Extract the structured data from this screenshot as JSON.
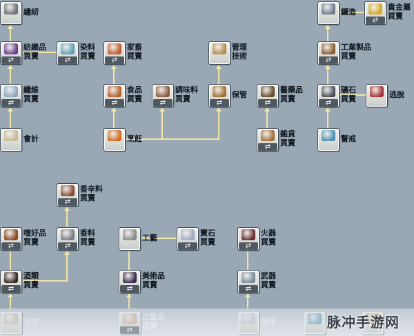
{
  "colors": {
    "background": "#9aa8b6",
    "connector": "#f2e6a4"
  },
  "nodes": [
    {
      "id": "embroidery",
      "l1": "繡紉",
      "l2": "",
      "glyph": "needle-icon",
      "color": "#6b6f78",
      "arrows": false
    },
    {
      "id": "textiles",
      "l1": "紡織品",
      "l2": "買賣",
      "glyph": "cloth-bolt-icon",
      "color": "#6b3c8c",
      "arrows": true
    },
    {
      "id": "dyes",
      "l1": "染料",
      "l2": "買賣",
      "glyph": "dye-bowls-icon",
      "color": "#5aa0b4",
      "arrows": true
    },
    {
      "id": "fibers",
      "l1": "纖維",
      "l2": "買賣",
      "glyph": "thread-spool-icon",
      "color": "#8ea8c0",
      "arrows": true
    },
    {
      "id": "accounting",
      "l1": "會計",
      "l2": "",
      "glyph": "ledger-icon",
      "color": "#c8b890",
      "arrows": false
    },
    {
      "id": "livestock",
      "l1": "家畜",
      "l2": "買賣",
      "glyph": "rooster-icon",
      "color": "#c05a2a",
      "arrows": true
    },
    {
      "id": "food",
      "l1": "食品",
      "l2": "買賣",
      "glyph": "meat-icon",
      "color": "#b8602e",
      "arrows": true
    },
    {
      "id": "seasoning",
      "l1": "調味料",
      "l2": "買賣",
      "glyph": "seasoning-jar-icon",
      "color": "#8a5a3a",
      "arrows": true
    },
    {
      "id": "cooking",
      "l1": "烹飪",
      "l2": "",
      "glyph": "cooking-pot-icon",
      "color": "#d06a20",
      "arrows": false
    },
    {
      "id": "management",
      "l1": "管理",
      "l2": "技術",
      "glyph": "cargo-crate-icon",
      "color": "#b88a4a",
      "arrows": false
    },
    {
      "id": "storage",
      "l1": "保管",
      "l2": "",
      "glyph": "storage-box-icon",
      "color": "#a07030",
      "arrows": true
    },
    {
      "id": "medicine",
      "l1": "醫藥品",
      "l2": "買賣",
      "glyph": "medicine-bottle-icon",
      "color": "#6a4a2a",
      "arrows": true
    },
    {
      "id": "sundries",
      "l1": "雜貨",
      "l2": "買賣",
      "glyph": "sundries-icon",
      "color": "#a4703a",
      "arrows": true
    },
    {
      "id": "casting",
      "l1": "鑄造",
      "l2": "",
      "glyph": "anvil-icon",
      "color": "#6a7a8c",
      "arrows": false
    },
    {
      "id": "precious_metals",
      "l1": "貴金屬",
      "l2": "買賣",
      "glyph": "gold-bars-icon",
      "color": "#d4a820",
      "arrows": true
    },
    {
      "id": "industrial",
      "l1": "工業製品",
      "l2": "買賣",
      "glyph": "lumber-icon",
      "color": "#8a5a2a",
      "arrows": true
    },
    {
      "id": "ore",
      "l1": "礦石",
      "l2": "買賣",
      "glyph": "ore-icon",
      "color": "#4a4e54",
      "arrows": true
    },
    {
      "id": "escape",
      "l1": "逃脫",
      "l2": "",
      "glyph": "chain-icon",
      "color": "#a23030",
      "arrows": false
    },
    {
      "id": "vigilance",
      "l1": "警戒",
      "l2": "",
      "glyph": "lookout-icon",
      "color": "#4a90b0",
      "arrows": false
    },
    {
      "id": "spices",
      "l1": "香辛料",
      "l2": "買賣",
      "glyph": "spice-jar-icon",
      "color": "#8a4a2a",
      "arrows": true
    },
    {
      "id": "luxury",
      "l1": "嗜好品",
      "l2": "買賣",
      "glyph": "cigars-icon",
      "color": "#8a4a1e",
      "arrows": true
    },
    {
      "id": "perfume",
      "l1": "香料",
      "l2": "買賣",
      "glyph": "perfume-icon",
      "color": "#7a7a86",
      "arrows": true
    },
    {
      "id": "liquor",
      "l1": "酒類",
      "l2": "買賣",
      "glyph": "wine-bottle-icon",
      "color": "#3a2a20",
      "arrows": true
    },
    {
      "id": "crafts_skill",
      "l1": "工藝",
      "l2": "",
      "glyph": "statue-icon",
      "color": "#8a8a8a",
      "arrows": false
    },
    {
      "id": "gems",
      "l1": "寶石",
      "l2": "買賣",
      "glyph": "diamond-icon",
      "color": "#a0a8c0",
      "arrows": true
    },
    {
      "id": "art",
      "l1": "美術品",
      "l2": "買賣",
      "glyph": "painting-icon",
      "color": "#3a2a4a",
      "arrows": true
    },
    {
      "id": "firearms",
      "l1": "火器",
      "l2": "買賣",
      "glyph": "musket-icon",
      "color": "#6a2a2a",
      "arrows": true
    },
    {
      "id": "weapons",
      "l1": "武器",
      "l2": "買賣",
      "glyph": "sword-icon",
      "color": "#7a8a9a",
      "arrows": true
    },
    {
      "id": "social",
      "l1": "社交",
      "l2": "",
      "glyph": "person-icon",
      "color": "#c8c0b0",
      "arrows": false
    },
    {
      "id": "craft_goods",
      "l1": "工藝品",
      "l2": "買賣",
      "glyph": "crafts-icon",
      "color": "#d8a890",
      "arrows": true
    },
    {
      "id": "operation",
      "l1": "運用",
      "l2": "",
      "glyph": "ship-icon",
      "color": "#c0c8d0",
      "arrows": false
    },
    {
      "id": "partial_bottom",
      "l1": "",
      "l2": "",
      "glyph": "book-icon",
      "color": "#5aa0c0",
      "arrows": false
    },
    {
      "id": "partial_bottom2",
      "l1": "",
      "l2": "",
      "glyph": "scroll-icon",
      "color": "#c8a040",
      "arrows": false
    }
  ],
  "links": [
    [
      "fibers",
      "textiles"
    ],
    [
      "textiles",
      "embroidery"
    ],
    [
      "dyes",
      "fibers"
    ],
    [
      "accounting",
      "fibers"
    ],
    [
      "food",
      "livestock"
    ],
    [
      "cooking",
      "food"
    ],
    [
      "cooking",
      "seasoning"
    ],
    [
      "cooking",
      "storage"
    ],
    [
      "storage",
      "management"
    ],
    [
      "sundries",
      "medicine"
    ],
    [
      "industrial",
      "casting"
    ],
    [
      "precious_metals",
      "casting"
    ],
    [
      "ore",
      "industrial"
    ],
    [
      "escape",
      "ore"
    ],
    [
      "vigilance",
      "ore"
    ],
    [
      "luxury",
      "liquor"
    ],
    [
      "perfume",
      "spices"
    ],
    [
      "liquor",
      "perfume"
    ],
    [
      "crafts_skill",
      "art"
    ],
    [
      "gems",
      "art"
    ],
    [
      "craft_goods",
      "art"
    ],
    [
      "firearms",
      "weapons"
    ],
    [
      "operation",
      "weapons"
    ],
    [
      "social",
      "liquor"
    ]
  ],
  "watermark": "脉冲手游网"
}
